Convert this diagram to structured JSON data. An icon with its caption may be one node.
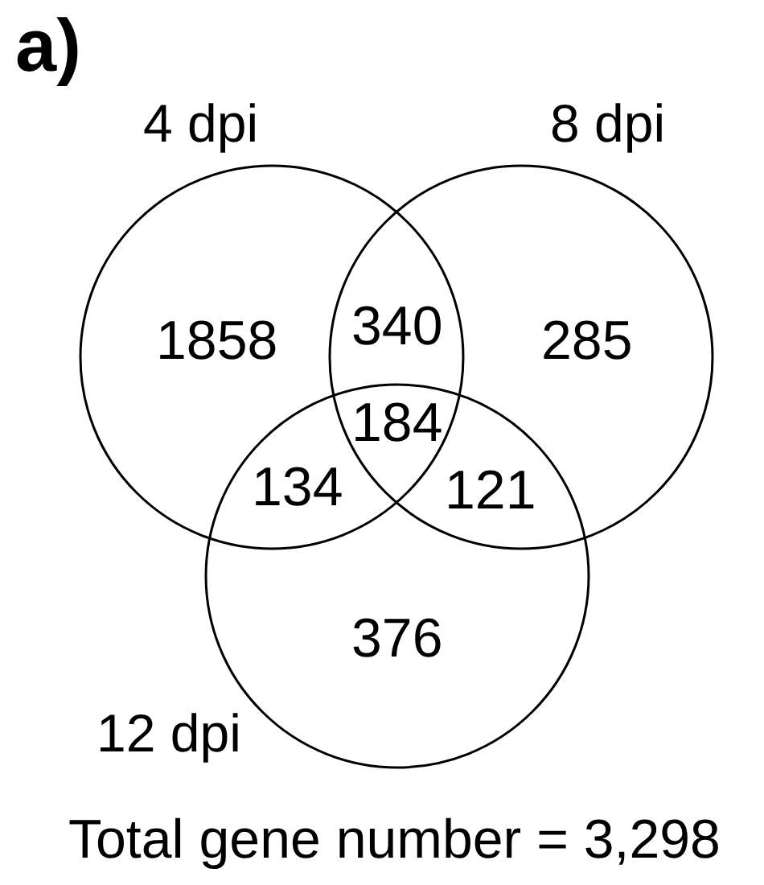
{
  "diagram": {
    "caption": "Total gene number = 3,298",
    "nodes": [
      {
        "text": [
          "4 dpi"
        ]
      },
      {
        "text": [
          "8 dpi"
        ]
      },
      {
        "text": [
          "12 dpi"
        ]
      }
    ],
    "labels": [
      "a)",
      "1858",
      "340",
      "285",
      "184",
      "134",
      "121",
      "376"
    ]
  }
}
